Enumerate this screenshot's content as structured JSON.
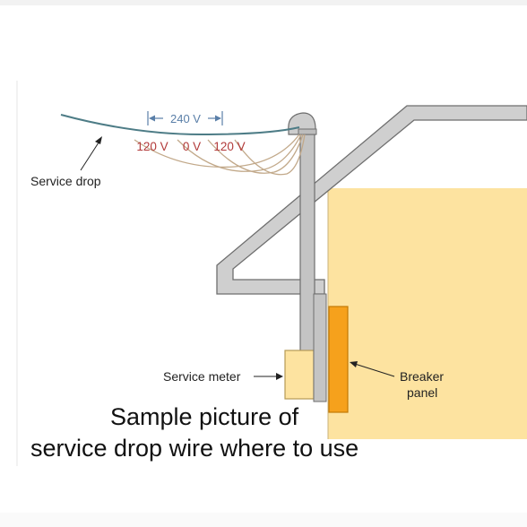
{
  "diagram": {
    "voltage_total": "240 V",
    "voltage_left": "120 V",
    "voltage_neutral": "0 V",
    "voltage_right": "120 V",
    "service_drop_label": "Service drop",
    "service_meter_label": "Service meter",
    "breaker_label_line1": "Breaker",
    "breaker_label_line2": "panel"
  },
  "caption": {
    "line1": "Sample picture of",
    "line2": "service drop wire where to use"
  },
  "colors": {
    "wall_fill": "#fde3a0",
    "structure_fill": "#cfcfcf",
    "structure_stroke": "#6e6e6e",
    "breaker_fill": "#f6a11c",
    "meter_fill": "#fde3a0",
    "wire": "#4d7c86",
    "voltage_text": "#5a7fa8",
    "voltage_label": "#b23a3a"
  }
}
